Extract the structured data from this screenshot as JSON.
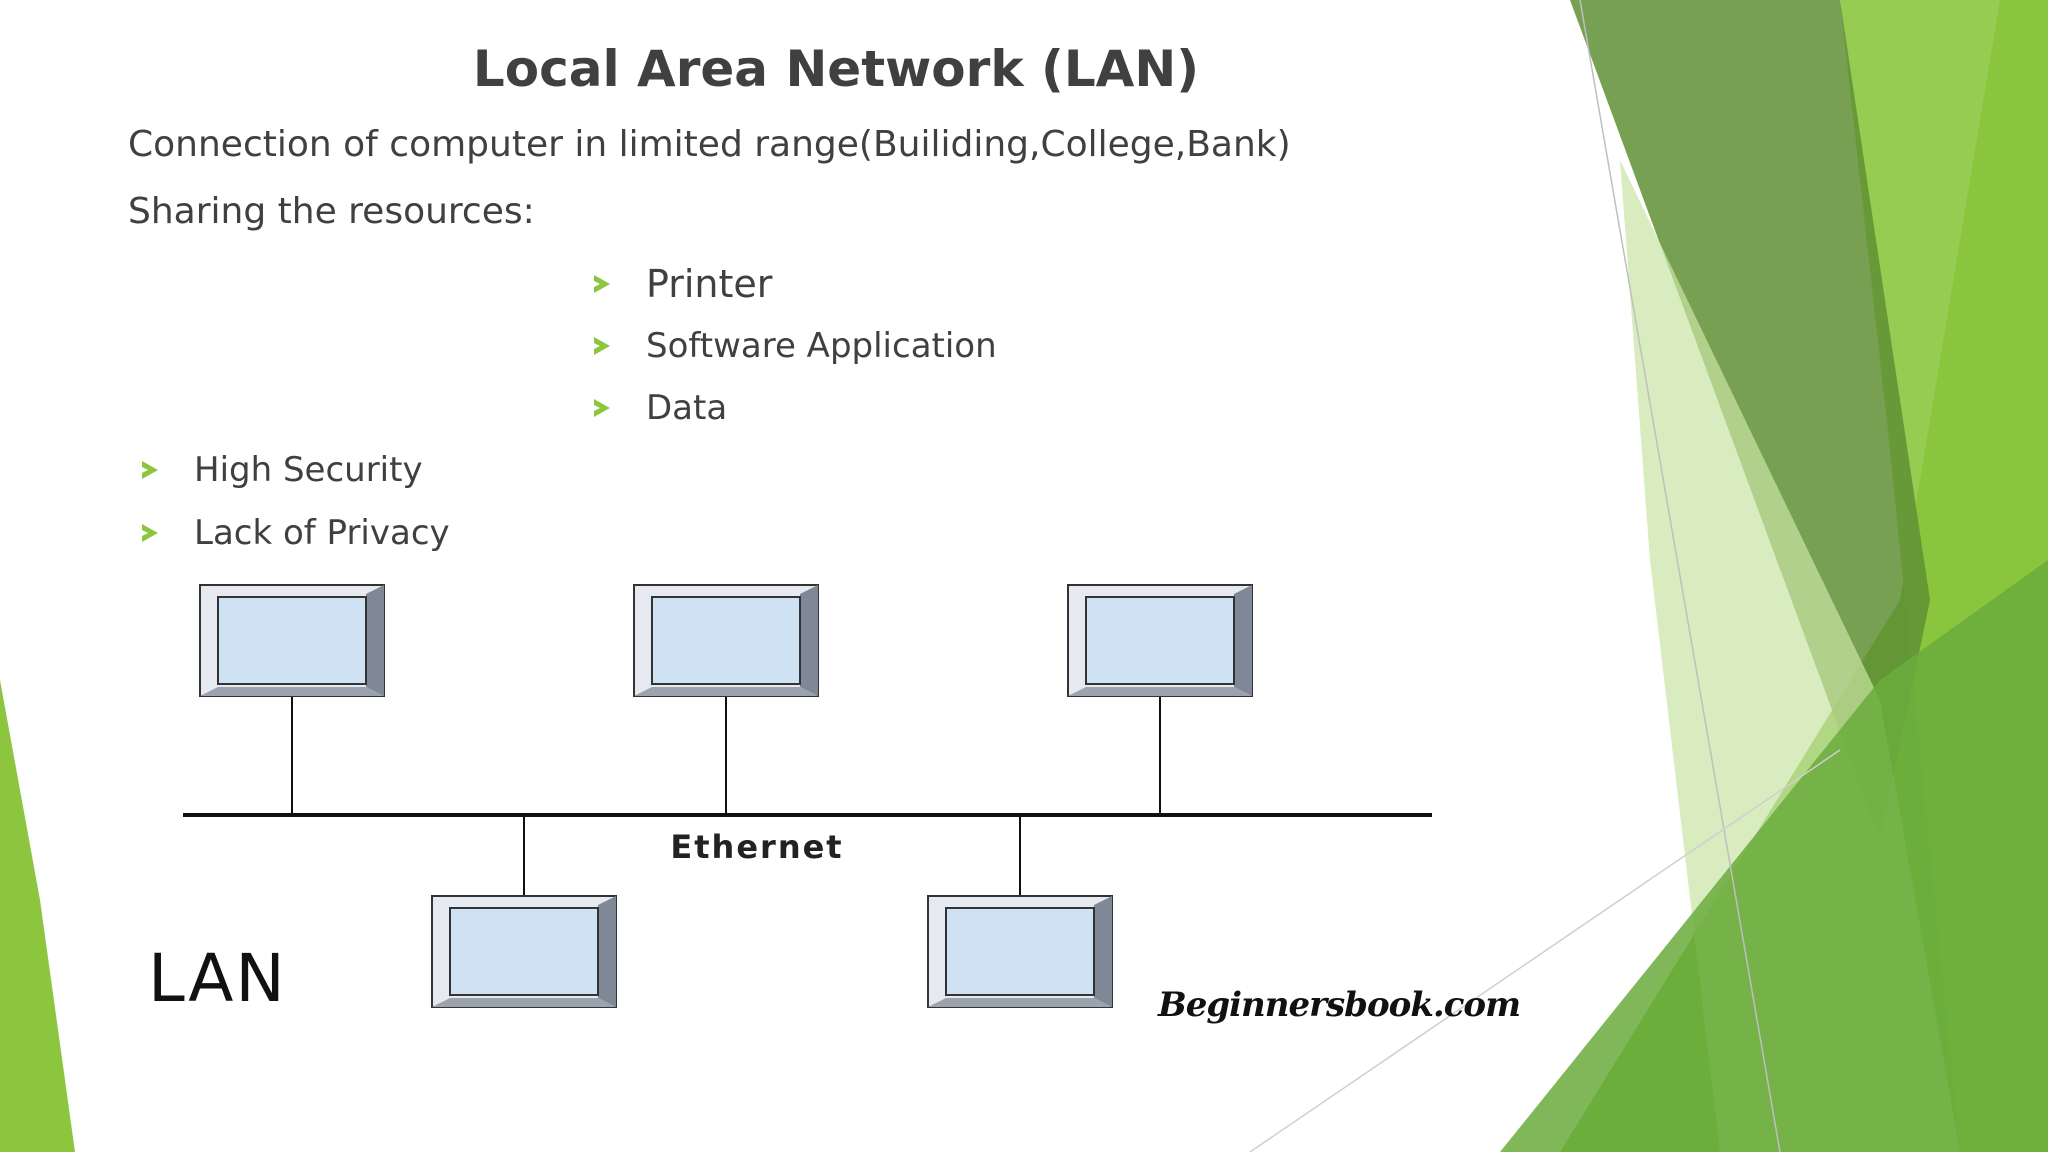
{
  "slide": {
    "title": "Local Area Network (LAN)",
    "line1": "Connection of computer in limited range(Builiding,College,Bank)",
    "line2": "Sharing the resources:",
    "resources": [
      "Printer",
      "Software Application",
      "Data"
    ],
    "points": [
      "High Security",
      "Lack of Privacy"
    ]
  },
  "diagram": {
    "bus_label": "Ethernet",
    "network_label": "LAN",
    "brand": "Beginnersbook.com",
    "computer_count": 5
  },
  "colors": {
    "accent": "#8cc63f",
    "accent_dark": "#6a9a3a",
    "screen": "#cfe2f3",
    "bezel_light": "#e6eaf0",
    "bezel_dark": "#7e8896"
  }
}
